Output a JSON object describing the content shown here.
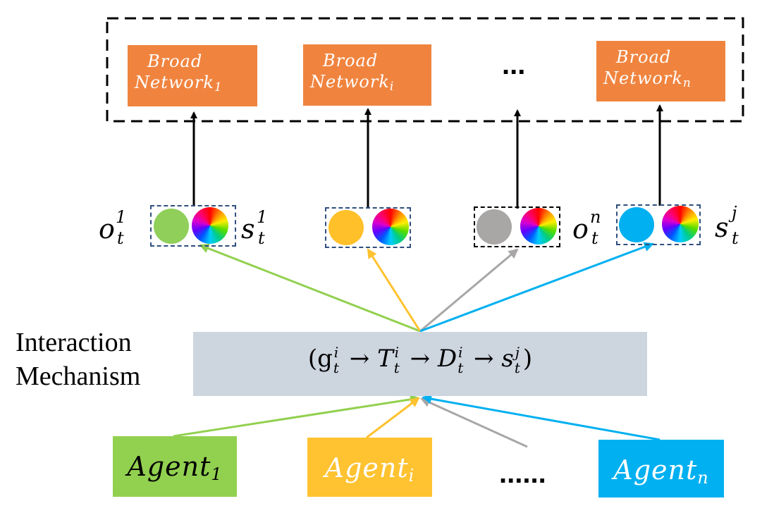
{
  "broad_networks": [
    {
      "name": "Broad",
      "sub_name": "Network",
      "index": "1"
    },
    {
      "name": "Broad",
      "sub_name": "Network",
      "index": "i"
    },
    {
      "name": "Broad",
      "sub_name": "Network",
      "index": "n"
    }
  ],
  "network_ellipsis": "...",
  "observation_colors": [
    "#8FCF5A",
    "#FFC02A",
    "#A9A6A6",
    "#00B0F0"
  ],
  "state_labels": {
    "o1": {
      "base": "o",
      "sub": "t",
      "sup": "1"
    },
    "s1": {
      "base": "s",
      "sub": "t",
      "sup": "1"
    },
    "on": {
      "base": "o",
      "sub": "t",
      "sup": "n"
    },
    "sj": {
      "base": "s",
      "sub": "t",
      "sup": "j"
    }
  },
  "mechanism": {
    "label_line1": "Interaction",
    "label_line2": "Mechanism",
    "formula": {
      "open": "(",
      "g": "g",
      "g_sup": "i",
      "g_sub": "t",
      "arrow": "→",
      "T": "T",
      "T_sup": "i",
      "T_sub": "t",
      "D": "D",
      "D_sup": "i",
      "D_sub": "t",
      "s": "s",
      "s_sup": "j",
      "s_sub": "t",
      "close": ")"
    },
    "box_color": "#CDD5DF"
  },
  "agents": [
    {
      "name": "Agent",
      "index": "1",
      "color": "#92D050",
      "text_color": "#000000"
    },
    {
      "name": "Agent",
      "index": "i",
      "color": "#FFC230",
      "text_color": "#ffffff"
    },
    {
      "name": "Agent",
      "index": "n",
      "color": "#00B0F0",
      "text_color": "#ffffff"
    }
  ],
  "agent_ellipsis": "......",
  "colors": {
    "network_box": "#F0843F",
    "green": "#92D050",
    "yellow": "#FFC230",
    "gray": "#A9A6A6",
    "blue": "#00B0F0",
    "dashed_blue": "#2F4F7F"
  }
}
